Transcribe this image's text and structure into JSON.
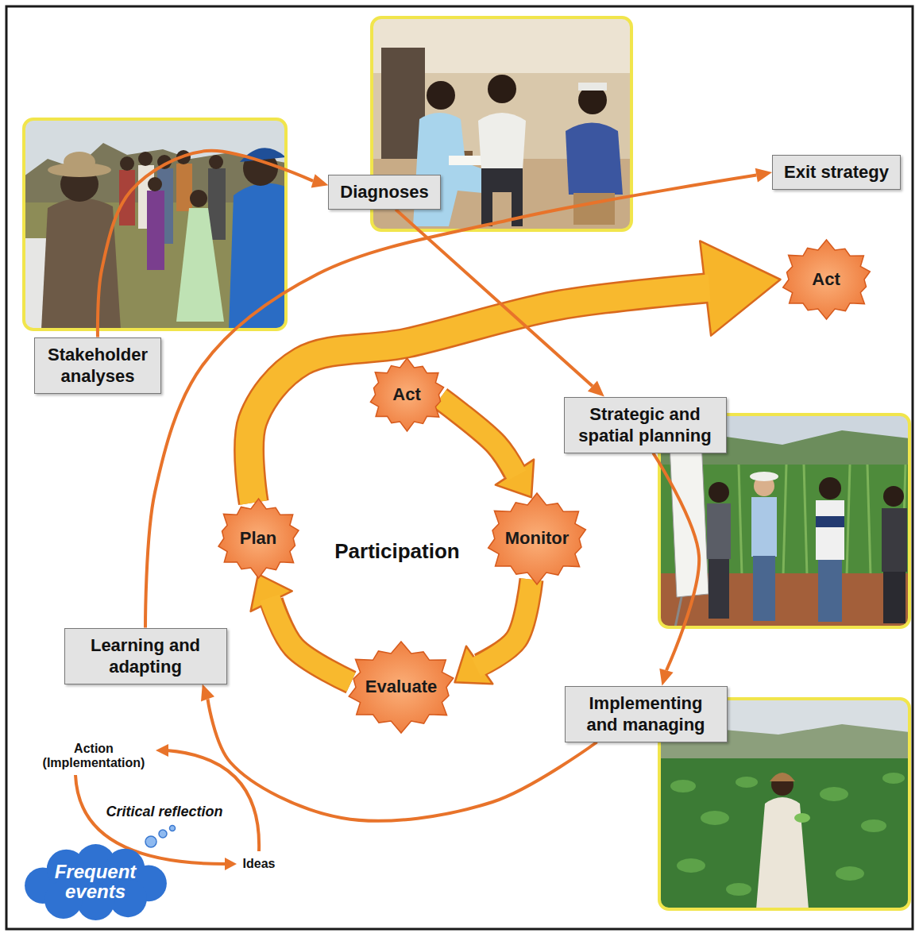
{
  "diagram": {
    "nodes": [
      {
        "text": [
          "Stakeholder analyses"
        ]
      },
      {
        "text": [
          "Diagnoses"
        ]
      },
      {
        "text": [
          "Exit strategy"
        ]
      },
      {
        "text": [
          "Act"
        ]
      },
      {
        "text": [
          "Strategic and spatial planning"
        ]
      },
      {
        "text": [
          "Implementing and managing"
        ]
      },
      {
        "text": [
          "Learning and adapting"
        ]
      },
      {
        "text": [
          "Act"
        ]
      },
      {
        "text": [
          "Monitor"
        ]
      },
      {
        "text": [
          "Evaluate"
        ]
      },
      {
        "text": [
          "Plan"
        ]
      },
      {
        "text": [
          "Frequent events"
        ]
      }
    ],
    "edges": [
      {
        "from": 0,
        "to": 1,
        "arrow": "to"
      },
      {
        "from": 1,
        "to": 4,
        "arrow": "to"
      },
      {
        "from": 4,
        "to": 5,
        "arrow": "to"
      },
      {
        "from": 5,
        "to": 6,
        "arrow": "to"
      },
      {
        "from": 6,
        "to": 2,
        "arrow": "to"
      },
      {
        "from": 7,
        "to": 8,
        "arrow": "to"
      },
      {
        "from": 8,
        "to": 9,
        "arrow": "to"
      },
      {
        "from": 9,
        "to": 10,
        "arrow": "to"
      },
      {
        "from": 10,
        "to": 3,
        "arrow": "to"
      }
    ],
    "labels": [
      "Participation",
      "Action (Implementation)",
      "Critical reflection",
      "Ideas"
    ]
  }
}
